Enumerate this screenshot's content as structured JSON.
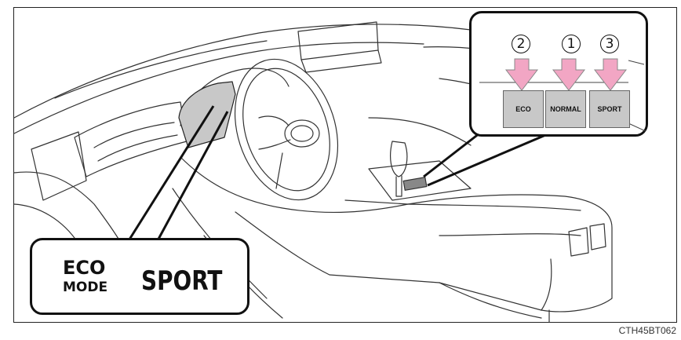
{
  "figure": {
    "callout_inset": {
      "buttons": [
        {
          "label": "ECO",
          "number": "2"
        },
        {
          "label": "NORMAL",
          "number": "1"
        },
        {
          "label": "SPORT",
          "number": "3"
        }
      ]
    },
    "display_callout": {
      "eco_line1": "ECO",
      "eco_line2": "MODE",
      "sport": "SPORT"
    },
    "figure_code": "CTH45BT062",
    "colors": {
      "arrow_fill": "#f2a6c4",
      "button_fill": "#c8c8c8",
      "display_fill": "#c8c8c8",
      "line": "#333333"
    }
  }
}
